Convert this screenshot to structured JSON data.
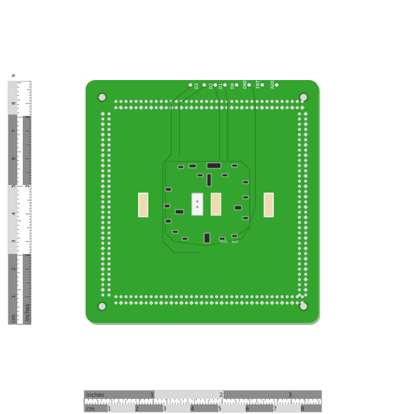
{
  "board": {
    "colors": {
      "pcb": "#33a52e",
      "pcb_edge": "#2b9027",
      "trace": "#2a8a24",
      "pad": "#d8d8d8",
      "pad_hole": "#1e5a1a",
      "silk": "#f4f4f4",
      "component": "#2a2a2a"
    },
    "pin_labels": [
      "AUX",
      "INT",
      "GND",
      "D0",
      "D1",
      "D2",
      "D3"
    ],
    "silk_texts": [
      "reset",
      "boot"
    ]
  },
  "rulers": {
    "colors": {
      "band": "#8c8c8c",
      "band_light": "#d9d9d9",
      "tick": "#333333"
    },
    "horizontal": {
      "inches_label": "inches",
      "cm_label": "cm",
      "inch_numbers": [
        "1",
        "2",
        "3"
      ],
      "cm_numbers": [
        "1",
        "2",
        "3",
        "4",
        "5",
        "6",
        "7",
        "8"
      ]
    },
    "vertical": {
      "inches_label": "inches",
      "cm_label": "cm",
      "inch_numbers": [
        "1",
        "2",
        "3"
      ],
      "cm_numbers": [
        "1",
        "2",
        "3",
        "4",
        "5",
        "6",
        "7",
        "8",
        "9"
      ]
    }
  }
}
